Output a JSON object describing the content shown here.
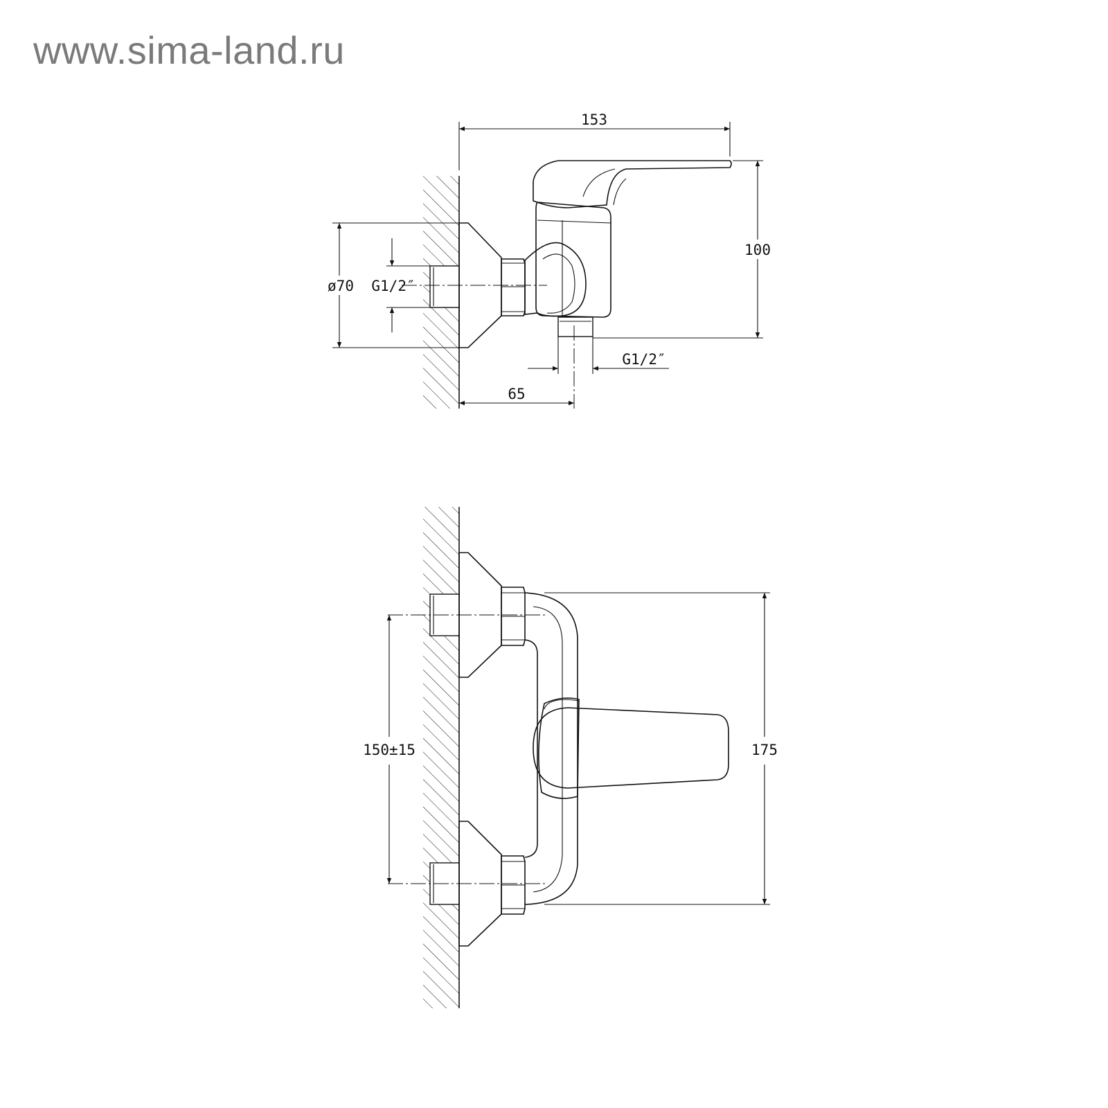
{
  "watermark": "www.sima-land.ru",
  "top_view": {
    "width_label": "153",
    "height_label": "100",
    "diameter_label": "ø70",
    "thread_inlet_label": "G1/2″",
    "thread_outlet_label": "G1/2″",
    "offset_label": "65"
  },
  "front_view": {
    "spacing_label": "150±15",
    "height_label": "175"
  }
}
